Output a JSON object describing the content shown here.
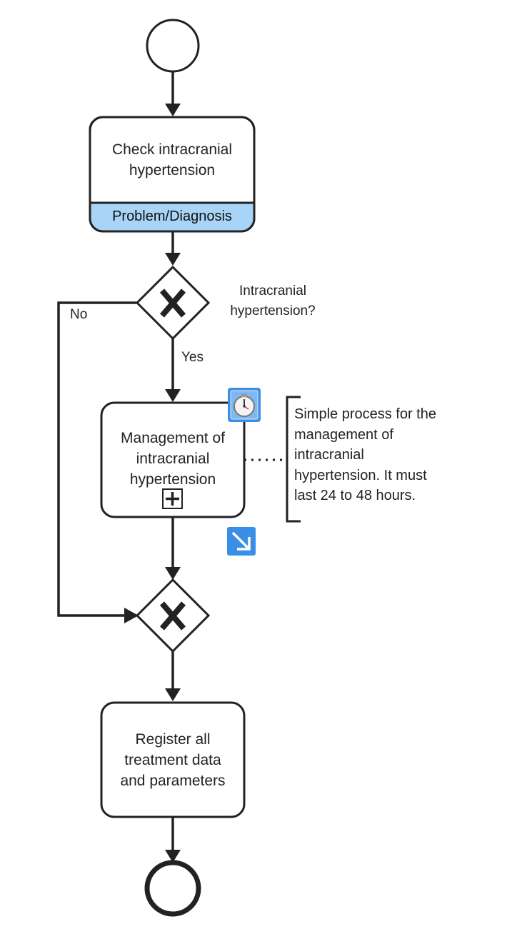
{
  "diagram": {
    "start_event": {
      "type": "start-event"
    },
    "end_event": {
      "type": "end-event"
    },
    "tasks": {
      "check": {
        "label": "Check intracranial\nhypertension",
        "tag": "Problem/Diagnosis",
        "tag_color": "#a8d4f7"
      },
      "management": {
        "label": "Management of\nintracranial\nhypertension",
        "markers": [
          "timer-icon",
          "plus-icon",
          "arrow-down-right-icon"
        ]
      },
      "register": {
        "label": "Register all\ntreatment data\nand parameters"
      }
    },
    "gateways": {
      "split": {
        "type": "exclusive",
        "symbol": "X",
        "label": "Intracranial\nhypertension?"
      },
      "merge": {
        "type": "exclusive",
        "symbol": "X"
      }
    },
    "edges": {
      "no_label": "No",
      "yes_label": "Yes"
    },
    "annotation": {
      "text": "Simple process for the\nmanagement of\nintracranial\nhypertension. It must\nlast 24 to 48 hours."
    },
    "colors": {
      "stroke": "#222222",
      "icon_blue": "#3a8ee6",
      "tag_fill": "#a8d4f7"
    }
  }
}
